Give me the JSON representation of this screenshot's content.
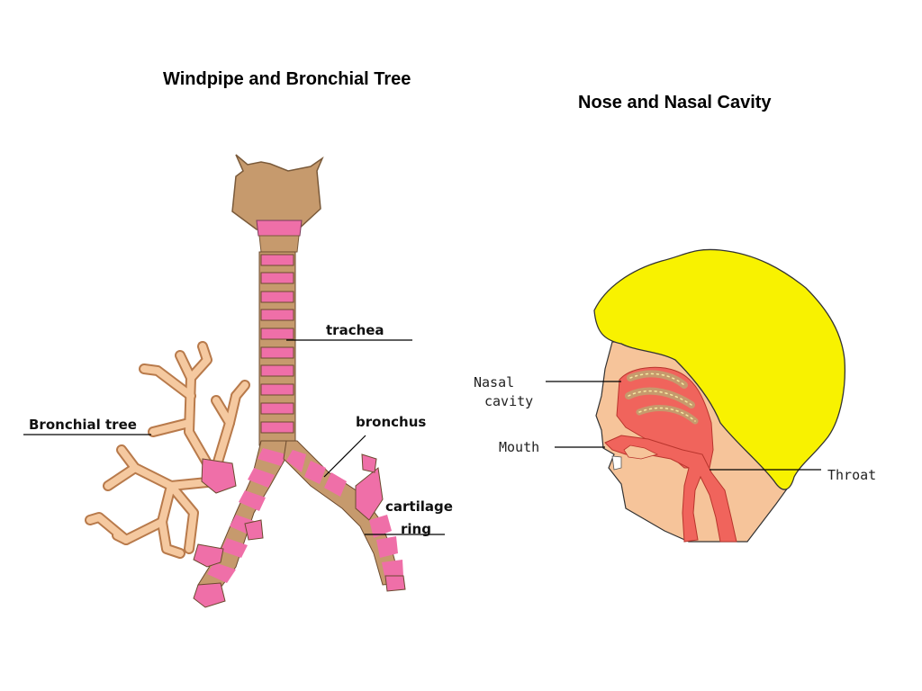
{
  "titles": {
    "left": "Windpipe and Bronchial Tree",
    "right": "Nose and Nasal Cavity"
  },
  "windpipe_labels": {
    "trachea": "trachea",
    "bronchus": "bronchus",
    "bronchial_tree": "Bronchial tree",
    "cartilage": "cartilage",
    "ring": "ring"
  },
  "head_labels": {
    "nasal_line1": "Nasal",
    "nasal_line2": "cavity",
    "mouth": "Mouth",
    "throat": "Throat"
  },
  "colors": {
    "cartilage_pink": "#ef6fa8",
    "tissue_brown": "#c69a6d",
    "bronchiole_tan": "#f5c9a0",
    "hair_yellow": "#f8f200",
    "skin": "#f6c49a",
    "airway_red": "#f0645c"
  }
}
